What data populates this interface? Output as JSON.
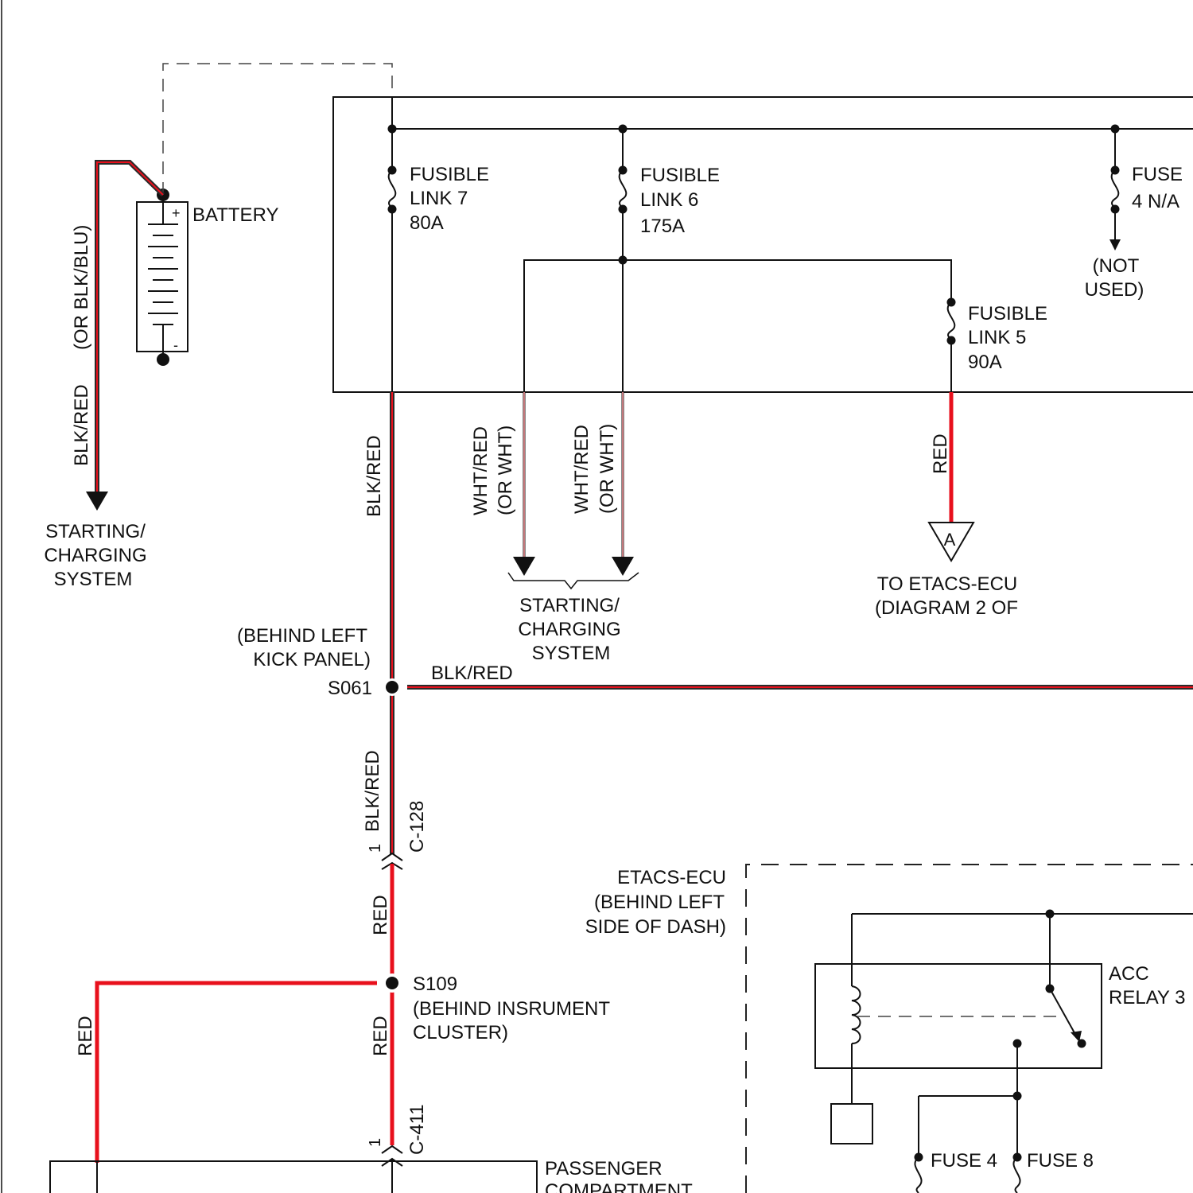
{
  "battery": {
    "label": "BATTERY",
    "plus": "+",
    "minus": "-",
    "wire_label_1": "(OR BLK/BLU)",
    "wire_label_2": "BLK/RED",
    "destination": [
      "STARTING/",
      "CHARGING",
      "SYSTEM"
    ]
  },
  "fuses": {
    "fl7": [
      "FUSIBLE",
      "LINK 7",
      "80A"
    ],
    "fl6": [
      "FUSIBLE",
      "LINK 6",
      "175A"
    ],
    "fuse4na": [
      "FUSE",
      "4 N/A"
    ],
    "not_used": [
      "(NOT",
      "USED)"
    ],
    "fl5": [
      "FUSIBLE",
      "LINK 5",
      "90A"
    ]
  },
  "wires": {
    "main_vertical": "BLK/RED",
    "wht_red_1": [
      "WHT/RED",
      "(OR WHT)"
    ],
    "wht_red_2": [
      "WHT/RED",
      "(OR WHT)"
    ],
    "red_to_a": "RED",
    "horizontal": "BLK/RED",
    "after_splice": "BLK/RED",
    "red_1": "RED",
    "red_2": "RED",
    "red_left": "RED"
  },
  "starting_charging_2": [
    "STARTING/",
    "CHARGING",
    "SYSTEM"
  ],
  "connector_a": {
    "letter": "A",
    "text": [
      "TO ETACS-ECU",
      "(DIAGRAM 2 OF"
    ]
  },
  "splice_s061": {
    "location": [
      "(BEHIND LEFT",
      "KICK PANEL)"
    ],
    "id": "S061"
  },
  "connector_c128": {
    "pin": "1",
    "id": "C-128"
  },
  "splice_s109": {
    "id": "S109",
    "location": [
      "(BEHIND INSRUMENT",
      "CLUSTER)"
    ]
  },
  "connector_c411": {
    "pin": "1",
    "id": "C-411"
  },
  "etacs": {
    "text": [
      "ETACS-ECU",
      "(BEHIND LEFT",
      "SIDE OF DASH)"
    ]
  },
  "acc_relay": {
    "text": [
      "ACC",
      "RELAY 3"
    ]
  },
  "bottom_fuses": {
    "fuse4": "FUSE 4",
    "fuse8": "FUSE 8"
  },
  "passenger": {
    "text": [
      "PASSENGER",
      "COMPARTMENT"
    ]
  },
  "colors": {
    "wire_red": "#e8101c",
    "wire_black": "#111111"
  }
}
